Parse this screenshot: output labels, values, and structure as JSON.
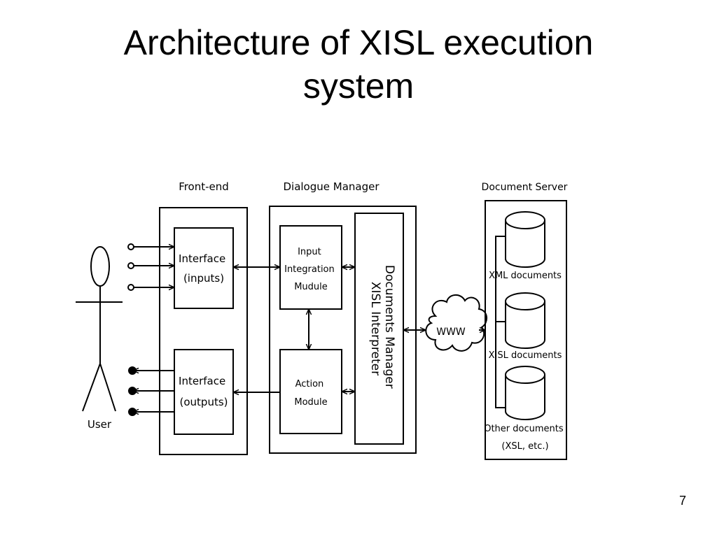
{
  "slide": {
    "title_line1": "Architecture of XISL execution",
    "title_line2": "system",
    "number": "7"
  },
  "diagram": {
    "user": "User",
    "front_end": {
      "label": "Front-end",
      "inputs_line1": "Interface",
      "inputs_line2": "(inputs)",
      "outputs_line1": "Interface",
      "outputs_line2": "(outputs)"
    },
    "dialogue_manager": {
      "label": "Dialogue Manager",
      "input_integration_line1": "Input",
      "input_integration_line2": "Integration",
      "input_integration_line3": "Mudule",
      "action_line1": "Action",
      "action_line2": "Module",
      "docs_manager_line1": "Documents Manager",
      "docs_manager_line2": "XISL Interpreter"
    },
    "www": "WWW",
    "document_server": {
      "label": "Document Server",
      "xml": "XML documents",
      "xisl": "XISL documents",
      "other_line1": "Other documents",
      "other_line2": "(XSL, etc.)"
    }
  }
}
